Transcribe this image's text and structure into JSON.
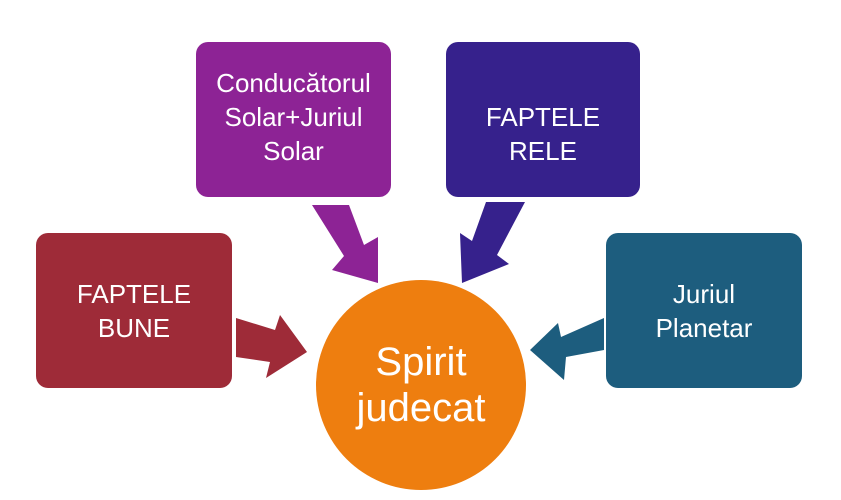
{
  "diagram": {
    "center": {
      "label": "Spirit\njudecat",
      "color": "#ee7e0f"
    },
    "boxes": [
      {
        "id": "faptele-bune",
        "label": "FAPTELE\nBUNE",
        "color": "#9e2b38"
      },
      {
        "id": "conducator",
        "label": "Conducătorul\nSolar+Juriul\nSolar",
        "color": "#8d2395"
      },
      {
        "id": "faptele-rele",
        "label": "FAPTELE RELE",
        "color": "#36218c"
      },
      {
        "id": "juriul-planetar",
        "label": "Juriul\nPlanetar",
        "color": "#1d5d7e"
      }
    ]
  }
}
